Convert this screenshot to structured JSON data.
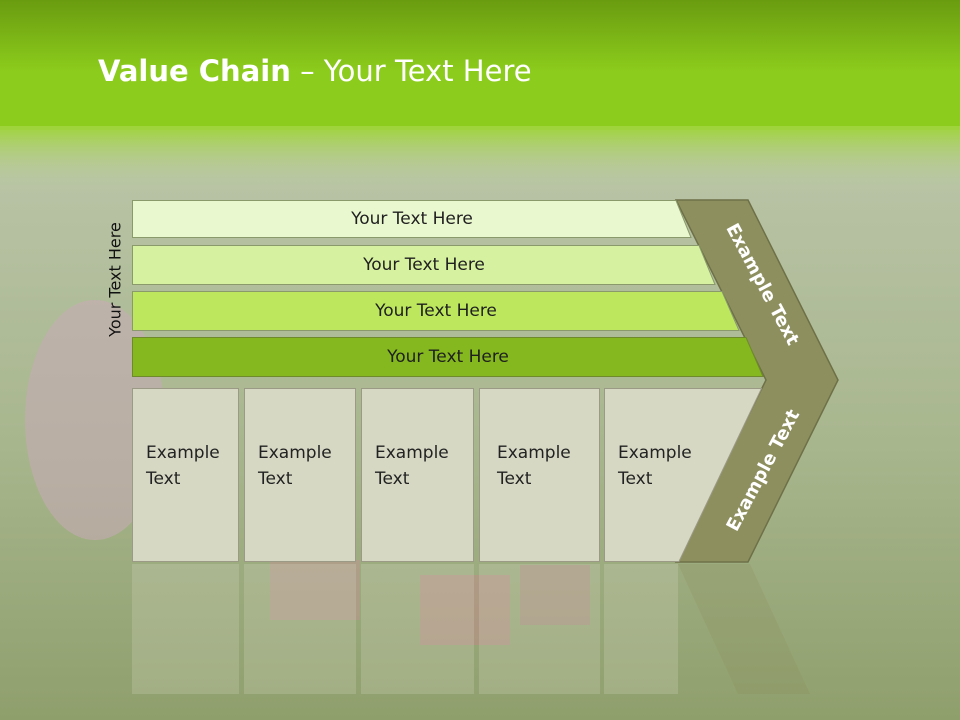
{
  "title": {
    "main": "Value Chain",
    "rest": " – Your Text Here"
  },
  "side_label": "Your Text Here",
  "bars": [
    {
      "label": "Your Text Here",
      "fill": "#eaf8d0"
    },
    {
      "label": "Your Text Here",
      "fill": "#d6f2a0"
    },
    {
      "label": "Your Text Here",
      "fill": "#bde85e"
    },
    {
      "label": "Your Text Here",
      "fill": "#84b81e"
    }
  ],
  "boxes": [
    {
      "line1": "Example",
      "line2": "Text"
    },
    {
      "line1": "Example",
      "line2": "Text"
    },
    {
      "line1": "Example",
      "line2": "Text"
    },
    {
      "line1": "Example",
      "line2": "Text"
    },
    {
      "line1": "Example",
      "line2": "Text"
    }
  ],
  "chevron": {
    "top_text": "Example Text",
    "bottom_text": "Example Text",
    "fill": "#8d8f5e"
  },
  "colors": {
    "header_green": "#7cbd1a",
    "box_fill": "#d7d8c4",
    "box_stroke": "#9a9a86"
  }
}
